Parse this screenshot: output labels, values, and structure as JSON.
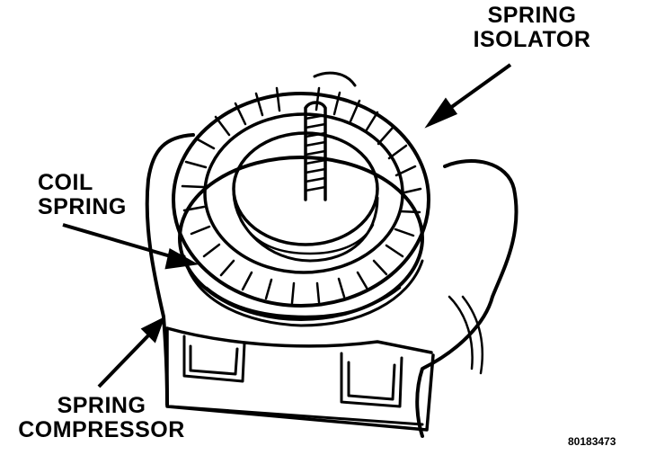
{
  "labels": {
    "spring_isolator": [
      "SPRING",
      "ISOLATOR"
    ],
    "coil_spring": [
      "COIL",
      "SPRING"
    ],
    "spring_compressor": [
      "SPRING",
      "COMPRESSOR"
    ]
  },
  "figure_id": "80183473",
  "colors": {
    "ink": "#000000",
    "paper": "#ffffff"
  }
}
